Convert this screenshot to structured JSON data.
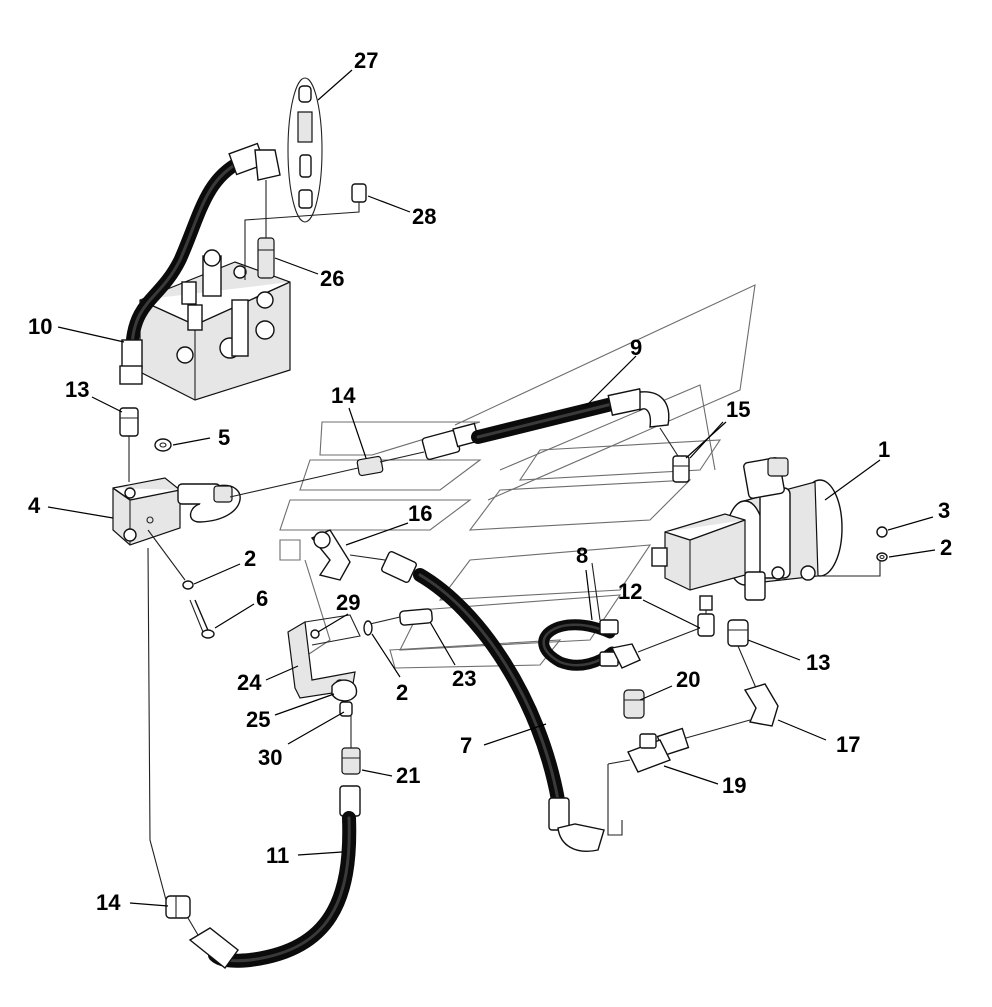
{
  "diagram": {
    "callouts": [
      {
        "id": "c27",
        "label": "27"
      },
      {
        "id": "c28",
        "label": "28"
      },
      {
        "id": "c26",
        "label": "26"
      },
      {
        "id": "c10",
        "label": "10"
      },
      {
        "id": "c13a",
        "label": "13"
      },
      {
        "id": "c5",
        "label": "5"
      },
      {
        "id": "c4",
        "label": "4"
      },
      {
        "id": "c2a",
        "label": "2"
      },
      {
        "id": "c6",
        "label": "6"
      },
      {
        "id": "c14a",
        "label": "14"
      },
      {
        "id": "c9",
        "label": "9"
      },
      {
        "id": "c15",
        "label": "15"
      },
      {
        "id": "c1",
        "label": "1"
      },
      {
        "id": "c3",
        "label": "3"
      },
      {
        "id": "c2b",
        "label": "2"
      },
      {
        "id": "c16",
        "label": "16"
      },
      {
        "id": "c8",
        "label": "8"
      },
      {
        "id": "c12",
        "label": "12"
      },
      {
        "id": "c13b",
        "label": "13"
      },
      {
        "id": "c29",
        "label": "29"
      },
      {
        "id": "c24",
        "label": "24"
      },
      {
        "id": "c23",
        "label": "23"
      },
      {
        "id": "c2c",
        "label": "2"
      },
      {
        "id": "c25",
        "label": "25"
      },
      {
        "id": "c30",
        "label": "30"
      },
      {
        "id": "c20",
        "label": "20"
      },
      {
        "id": "c17",
        "label": "17"
      },
      {
        "id": "c7",
        "label": "7"
      },
      {
        "id": "c19",
        "label": "19"
      },
      {
        "id": "c21",
        "label": "21"
      },
      {
        "id": "c11",
        "label": "11"
      },
      {
        "id": "c14b",
        "label": "14"
      }
    ]
  }
}
